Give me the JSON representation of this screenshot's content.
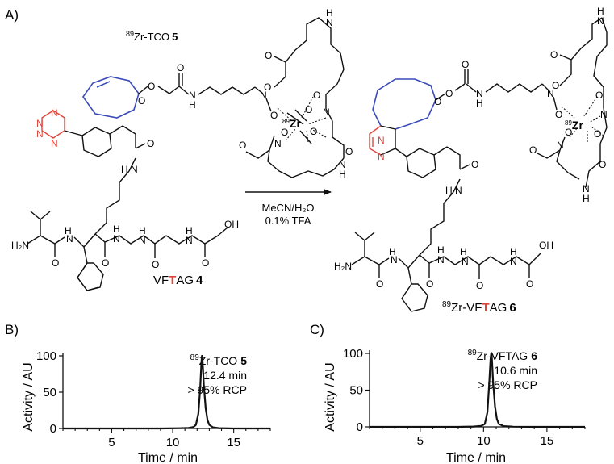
{
  "panels": {
    "a": "A)",
    "b": "B)",
    "c": "C)"
  },
  "scheme": {
    "reagent_pre": "89",
    "reagent_name": "Zr-TCO",
    "reagent_num": "5",
    "substrate_prefix": "VF",
    "substrate_red": "T",
    "substrate_suffix": "AG",
    "substrate_num": "4",
    "product_pre": "89",
    "product_prefix": "Zr-VF",
    "product_red": "T",
    "product_suffix": "AG",
    "product_num": "6",
    "conditions_1": "MeCN/H₂O",
    "conditions_2": "0.1% TFA",
    "zr_sup": "89",
    "zr": "Zr",
    "atoms": {
      "O": "O",
      "N": "N",
      "H": "H",
      "OH": "OH",
      "H2N": "H₂N"
    }
  },
  "chart_data": [
    {
      "type": "line",
      "panel": "B)",
      "xlabel": "Time / min",
      "ylabel": "Activity / AU",
      "xlim": [
        1,
        18
      ],
      "ylim": [
        0,
        100
      ],
      "xticks": [
        5,
        10,
        15
      ],
      "yticks": [
        0,
        50,
        100
      ],
      "series": [
        {
          "x": [
            1,
            3,
            6,
            9,
            10.5,
            11.3,
            11.7,
            11.9,
            12.1,
            12.25,
            12.35,
            12.4,
            12.45,
            12.55,
            12.7,
            12.85,
            13.0,
            13.3,
            13.8,
            15,
            18
          ],
          "values": [
            0,
            0,
            0,
            0,
            0.3,
            0.8,
            2,
            5,
            20,
            55,
            90,
            100,
            92,
            60,
            28,
            12,
            5,
            1.5,
            0.4,
            0,
            0
          ]
        }
      ],
      "annotation": {
        "pre": "89",
        "name": "Zr-TCO",
        "num": "5",
        "time": "12.4 min",
        "rcp": "> 95% RCP"
      }
    },
    {
      "type": "line",
      "panel": "C)",
      "xlabel": "Time / min",
      "ylabel": "Activity / AU",
      "xlim": [
        1,
        18
      ],
      "ylim": [
        0,
        100
      ],
      "xticks": [
        5,
        10,
        15
      ],
      "yticks": [
        0,
        50,
        100
      ],
      "series": [
        {
          "x": [
            1,
            3,
            6,
            8,
            9.2,
            9.8,
            10.1,
            10.3,
            10.45,
            10.55,
            10.6,
            10.65,
            10.75,
            10.9,
            11.05,
            11.2,
            11.6,
            12.3,
            14,
            18
          ],
          "values": [
            0,
            0,
            0,
            0,
            0.4,
            1.2,
            4,
            20,
            60,
            92,
            100,
            94,
            62,
            28,
            11,
            4,
            1,
            0.3,
            0,
            0
          ]
        }
      ],
      "annotation": {
        "pre": "89",
        "name": "Zr-VFTAG",
        "num": "6",
        "time": "10.6 min",
        "rcp": "> 95% RCP"
      }
    }
  ]
}
